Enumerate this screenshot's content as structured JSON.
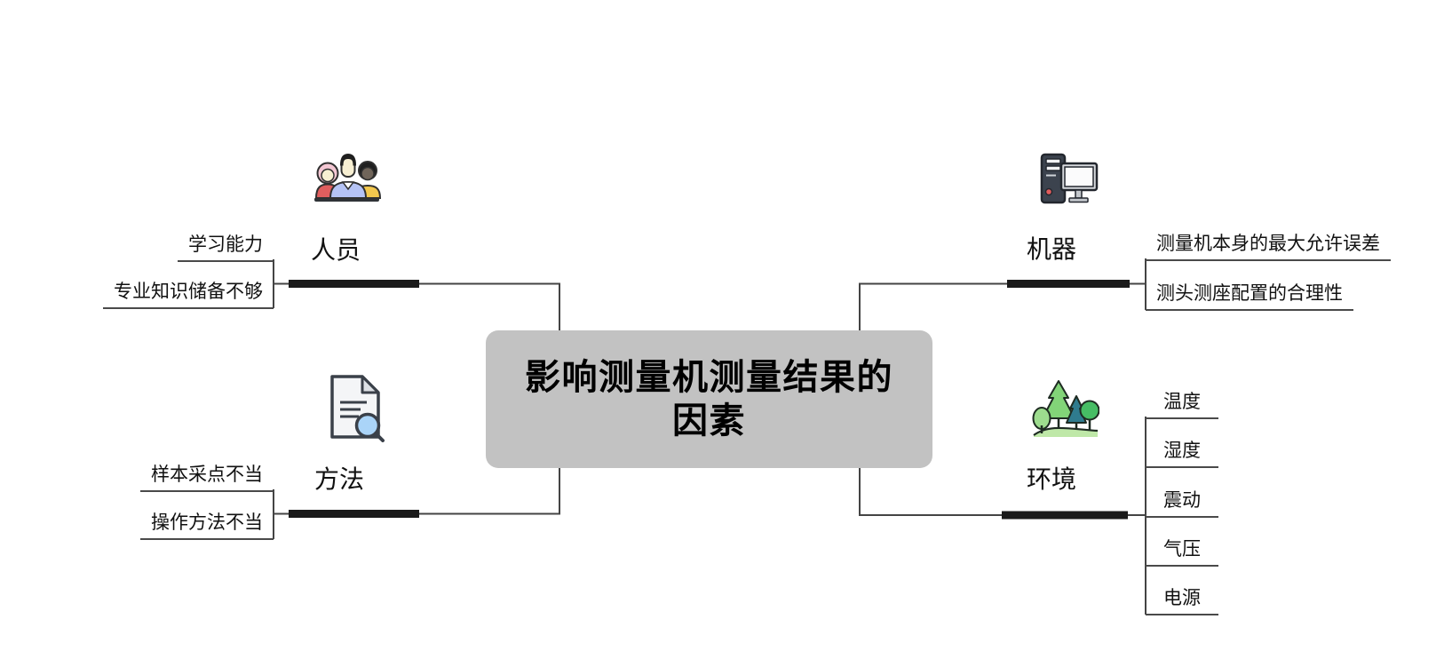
{
  "root": {
    "title": "影响测量机测量结果的因素",
    "bg_color": "#c2c2c2",
    "text_color": "#000000"
  },
  "branches": [
    {
      "label": "人员",
      "icon": "people-icon",
      "position": "top-left",
      "children": [
        "学习能力",
        "专业知识储备不够"
      ]
    },
    {
      "label": "机器",
      "icon": "computer-icon",
      "position": "top-right",
      "children": [
        "测量机本身的最大允许误差",
        "测头测座配置的合理性"
      ]
    },
    {
      "label": "方法",
      "icon": "document-search-icon",
      "position": "bottom-left",
      "children": [
        "样本采点不当",
        "操作方法不当"
      ]
    },
    {
      "label": "环境",
      "icon": "trees-icon",
      "position": "bottom-right",
      "children": [
        "温度",
        "湿度",
        "震动",
        "气压",
        "电源"
      ]
    }
  ],
  "colors": {
    "canvas_bg": "#ffffff",
    "connector_line": "#444444",
    "branch_bar": "#1a1a1a",
    "leaf_underline": "#4a4a4a",
    "root_bg": "#c2c2c2"
  }
}
